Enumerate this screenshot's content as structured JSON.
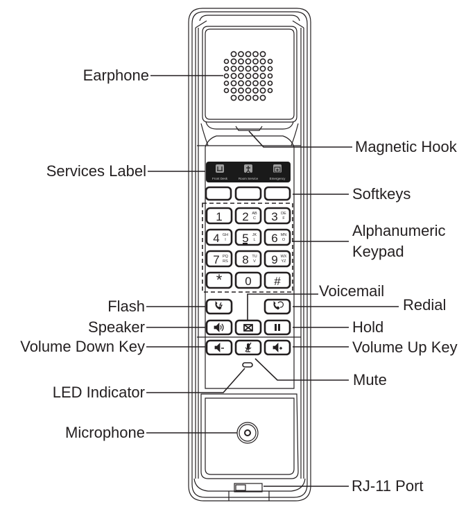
{
  "diagram": {
    "subject": "Hotel wall-mount telephone handset",
    "colors": {
      "line": "#231f20",
      "background": "#ffffff",
      "label_panel": "#1a1a1a",
      "label_icon": "#9e9e9e"
    },
    "callouts_left": [
      {
        "id": "earphone",
        "label": "Earphone"
      },
      {
        "id": "services-label",
        "label": "Services Label"
      },
      {
        "id": "flash",
        "label": "Flash"
      },
      {
        "id": "speaker",
        "label": "Speaker"
      },
      {
        "id": "volume-down",
        "label": "Volume Down Key"
      },
      {
        "id": "led-indicator",
        "label": "LED Indicator"
      },
      {
        "id": "microphone",
        "label": "Microphone"
      }
    ],
    "callouts_right": [
      {
        "id": "magnetic-hook",
        "label": "Magnetic Hook"
      },
      {
        "id": "softkeys",
        "label": "Softkeys"
      },
      {
        "id": "keypad",
        "label": "Alphanumeric",
        "label2": "Keypad"
      },
      {
        "id": "voicemail",
        "label": "Voicemail"
      },
      {
        "id": "redial",
        "label": "Redial"
      },
      {
        "id": "hold",
        "label": "Hold"
      },
      {
        "id": "volume-up",
        "label": "Volume Up Key"
      },
      {
        "id": "mute",
        "label": "Mute"
      },
      {
        "id": "rj11",
        "label": "RJ-11 Port"
      }
    ],
    "services": [
      {
        "label": "Front Desk",
        "icon": "front-desk-icon"
      },
      {
        "label": "Room Service",
        "icon": "room-service-icon"
      },
      {
        "label": "Emergency",
        "icon": "emergency-icon"
      }
    ],
    "keypad": [
      {
        "digit": "1",
        "sub1": "",
        "sub2": ""
      },
      {
        "digit": "2",
        "sub1": "AB",
        "sub2": "C"
      },
      {
        "digit": "3",
        "sub1": "DE",
        "sub2": "F"
      },
      {
        "digit": "4",
        "sub1": "GH",
        "sub2": "I"
      },
      {
        "digit": "5",
        "sub1": "JK",
        "sub2": "L"
      },
      {
        "digit": "6",
        "sub1": "MN",
        "sub2": "O"
      },
      {
        "digit": "7",
        "sub1": "PQ",
        "sub2": "RS"
      },
      {
        "digit": "8",
        "sub1": "TU",
        "sub2": "V"
      },
      {
        "digit": "9",
        "sub1": "WX",
        "sub2": "YZ"
      },
      {
        "digit": "*",
        "sub1": "",
        "sub2": ""
      },
      {
        "digit": "0",
        "sub1": "",
        "sub2": ""
      },
      {
        "digit": "#",
        "sub1": "",
        "sub2": ""
      }
    ],
    "function_keys": [
      {
        "id": "flash",
        "icon": "flash-icon"
      },
      {
        "id": "redial",
        "icon": "redial-icon"
      },
      {
        "id": "speaker",
        "icon": "speaker-icon"
      },
      {
        "id": "voicemail",
        "icon": "voicemail-icon"
      },
      {
        "id": "hold",
        "icon": "hold-icon"
      },
      {
        "id": "volume-down",
        "icon": "volume-down-icon"
      },
      {
        "id": "mute",
        "icon": "mute-icon"
      },
      {
        "id": "volume-up",
        "icon": "volume-up-icon"
      }
    ]
  }
}
